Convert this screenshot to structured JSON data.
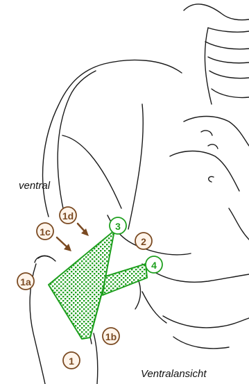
{
  "captions": {
    "view_side": "ventral",
    "view_name": "Ventralansicht"
  },
  "markers": {
    "m1": "1",
    "m1a": "1a",
    "m1b": "1b",
    "m1c": "1c",
    "m1d": "1d",
    "m2": "2",
    "m3": "3",
    "m4": "4"
  },
  "colors": {
    "outline": "#1a1a1a",
    "bone_marker": "#7a4a22",
    "bone_marker_fill": "#fff4ea",
    "muscle": "#1fa01f",
    "muscle_marker_fill": "#ffffff",
    "background": "#ffffff"
  }
}
